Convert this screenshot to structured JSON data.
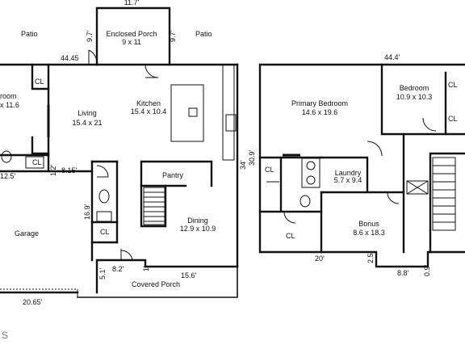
{
  "rooms": {
    "patio_left": "Patio",
    "enclosed_porch": {
      "name": "Enclosed Porch",
      "size": "9 x 11"
    },
    "patio_right": "Patio",
    "bedroom_left": {
      "name": "room",
      "size": "x 11.6"
    },
    "living": {
      "name": "Living",
      "size": "15.4 x 21"
    },
    "kitchen": {
      "name": "Kitchen",
      "size": "15.4 x 10.4"
    },
    "pantry": "Pantry",
    "dining": {
      "name": "Dining",
      "size": "12.9 x 10.9"
    },
    "garage": "Garage",
    "covered_porch": "Covered Porch",
    "primary_bedroom": {
      "name": "Primary Bedroom",
      "size": "14.6 x 19.6"
    },
    "bedroom_right": {
      "name": "Bedroom",
      "size": "10.9 x 10.3"
    },
    "laundry": {
      "name": "Laundry",
      "size": "5.7 x 9.4"
    },
    "bonus": {
      "name": "Bonus",
      "size": "8.6 x 18.3"
    }
  },
  "closets": {
    "label": "CL"
  },
  "dimensions": {
    "top_width": "11.7'",
    "porch_side_left": "9.7'",
    "porch_side_right": "9.7'",
    "main_width_top": "44.45",
    "bath_width": "12.5'",
    "hall_small": "1.2'",
    "hall_width": "8.15'",
    "hall_height": "16.9'",
    "right_side": "34'",
    "garage_width": "20.65'",
    "porch_step_h": "8.2'",
    "porch_step_v": "5.1'",
    "porch_step_small": "1'",
    "porch_width": "15.6'",
    "upper_width": "44.4'",
    "upper_height": "30.9'",
    "upper_bottom": "20'",
    "upper_step": "2.5'",
    "upper_step_w": "8.8'",
    "upper_right_small": "0.9'"
  },
  "footer": {
    "letter": "S"
  }
}
